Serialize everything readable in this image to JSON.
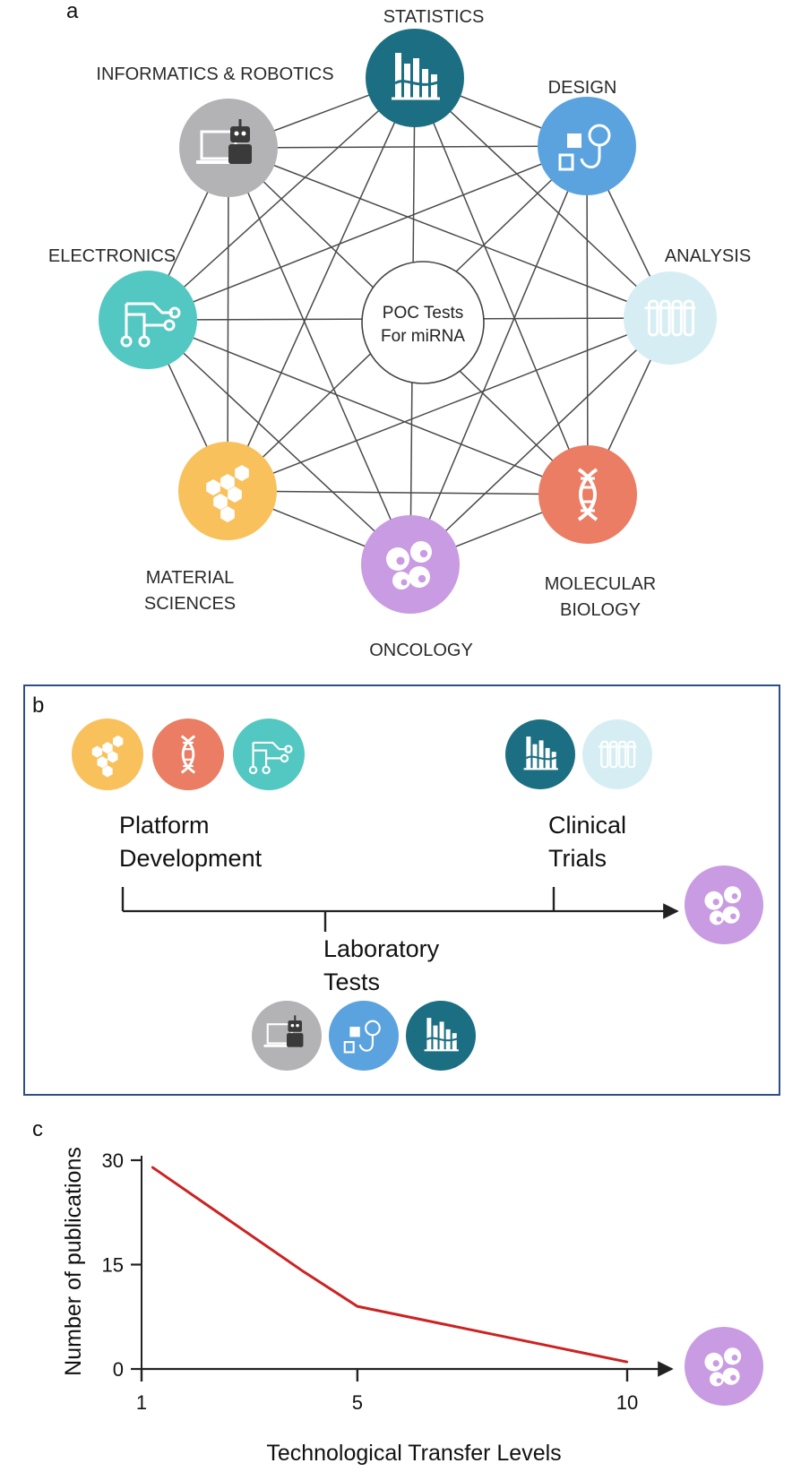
{
  "panels": {
    "a": {
      "letter": "a",
      "center_text": [
        "POC Tests",
        "For miRNA"
      ],
      "nodes": [
        {
          "id": "statistics",
          "label": [
            "STATISTICS"
          ],
          "color": "#1c6f82",
          "icon": "bar-chart-icon"
        },
        {
          "id": "design",
          "label": [
            "DESIGN"
          ],
          "color": "#5aa3df",
          "icon": "lightbulb-design-icon"
        },
        {
          "id": "analysis",
          "label": [
            "ANALYSIS"
          ],
          "color": "#d6eef3",
          "icon": "test-tubes-icon"
        },
        {
          "id": "molecular-biology",
          "label": [
            "MOLECULAR",
            "BIOLOGY"
          ],
          "color": "#ea7d63",
          "icon": "dna-icon"
        },
        {
          "id": "oncology",
          "label": [
            "ONCOLOGY"
          ],
          "color": "#c99be2",
          "icon": "cells-icon"
        },
        {
          "id": "material-sciences",
          "label": [
            "MATERIAL",
            "SCIENCES"
          ],
          "color": "#f8c15c",
          "icon": "hexagons-icon"
        },
        {
          "id": "electronics",
          "label": [
            "ELECTRONICS"
          ],
          "color": "#53c7c1",
          "icon": "circuit-icon"
        },
        {
          "id": "informatics-robotics",
          "label": [
            "INFORMATICS & ROBOTICS"
          ],
          "color": "#b3b3b6",
          "icon": "robot-laptop-icon"
        }
      ]
    },
    "b": {
      "letter": "b",
      "stages": [
        {
          "id": "platform",
          "label": [
            "Platform",
            "Development"
          ],
          "icons": [
            "material-sciences",
            "molecular-biology",
            "electronics"
          ]
        },
        {
          "id": "laboratory",
          "label": [
            "Laboratory",
            "Tests"
          ],
          "icons": [
            "informatics-robotics",
            "design",
            "statistics"
          ]
        },
        {
          "id": "clinical",
          "label": [
            "Clinical",
            "Trials"
          ],
          "icons": [
            "statistics",
            "analysis"
          ]
        }
      ],
      "end_icon": "oncology"
    },
    "c": {
      "letter": "c"
    }
  },
  "chart_data": {
    "type": "line",
    "xlabel": "Technological Transfer Levels",
    "ylabel": "Number of publications",
    "x_ticks": [
      1,
      5,
      10
    ],
    "y_ticks": [
      0,
      15,
      30
    ],
    "xlim": [
      1,
      11
    ],
    "ylim": [
      0,
      30
    ],
    "series": [
      {
        "color": "#cc2222",
        "x": [
          1.2,
          4,
          5,
          10
        ],
        "y": [
          29,
          14,
          9,
          1
        ]
      }
    ],
    "end_icon": "oncology"
  }
}
